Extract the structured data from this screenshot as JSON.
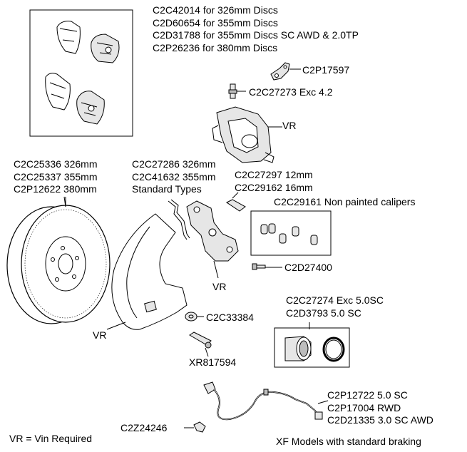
{
  "pads": {
    "lines": [
      "C2C42014 for 326mm Discs",
      "C2D60654 for 355mm Discs",
      "C2D31788 for 355mm Discs SC AWD & 2.0TP",
      "C2P26236 for 380mm Discs"
    ]
  },
  "labels": {
    "bracket_clip": "C2P17597",
    "bleed_screw": "C2C27273 Exc 4.2",
    "vr_caliper": "VR",
    "guide_pins": [
      "C2C27297 12mm",
      "C2C29162 16mm"
    ],
    "non_painted": "C2C29161 Non painted calipers",
    "caliper_bolt": "C2D27400",
    "vr_carrier": "VR",
    "grommet": "C2C33384",
    "vr_shield": "VR",
    "shield_bolt": "XR817594",
    "piston_seal": [
      "C2C27274 Exc 5.0SC",
      "C2D3793 5.0 SC"
    ],
    "sensor": [
      "C2P12722 5.0 SC",
      "C2P17004 RWD",
      "C2D21335 3.0 SC AWD"
    ],
    "sensor_clip": "C2Z24246",
    "disc": [
      "C2C25336 326mm",
      "C2C25337 355mm",
      "C2P12622 380mm"
    ],
    "spring_clip": [
      "C2C27286 326mm",
      "C2C41632 355mm",
      "Standard Types"
    ]
  },
  "footer": {
    "vr_legend": "VR = Vin Required",
    "models": "XF Models with standard braking"
  }
}
